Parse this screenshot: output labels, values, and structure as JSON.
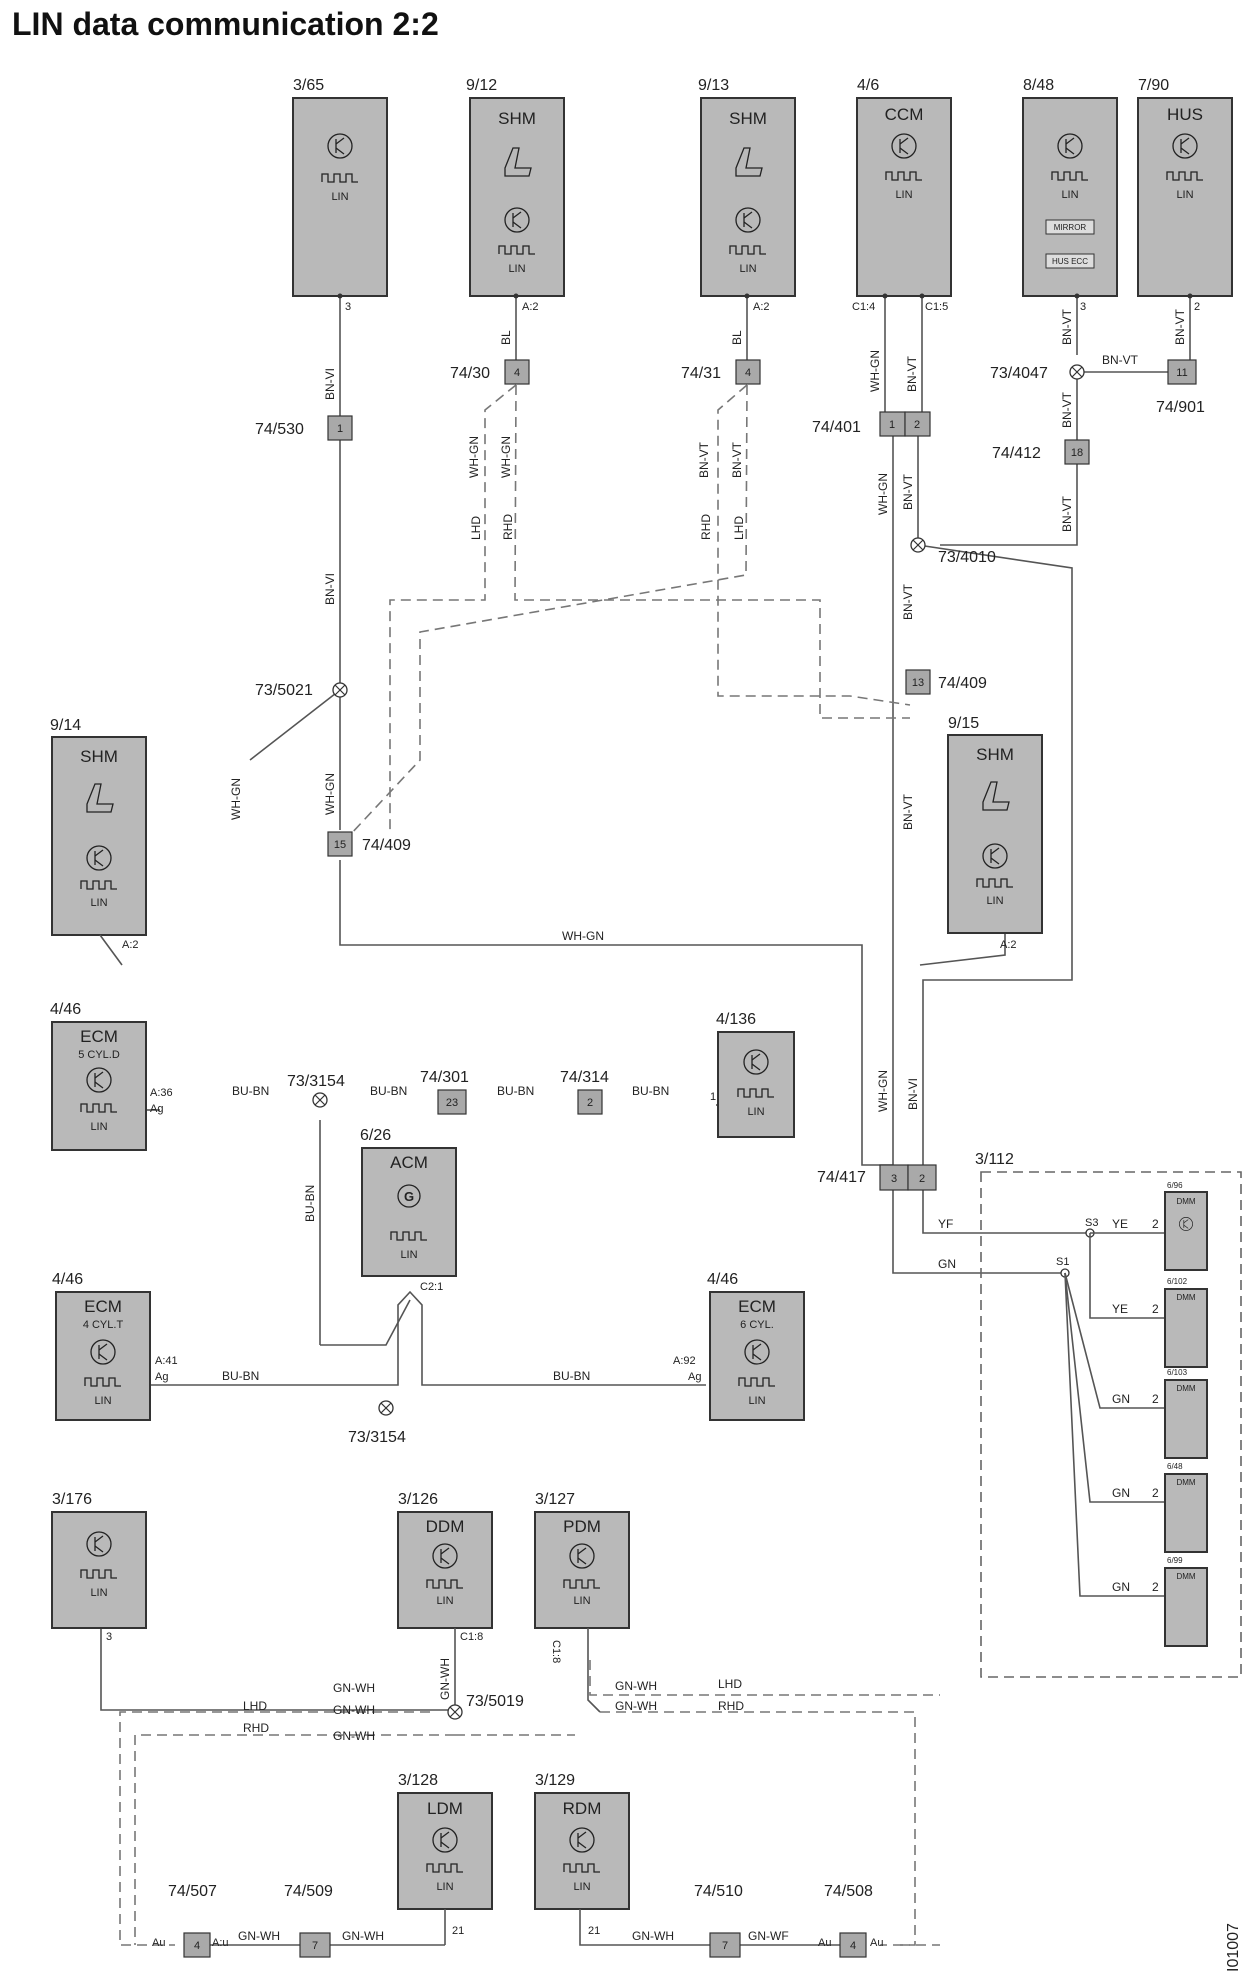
{
  "title": "LIN data communication 2:2",
  "ref_code": "I01007",
  "modules": [
    {
      "id": "3/65",
      "name": "",
      "label": "LIN",
      "pin": "3"
    },
    {
      "id": "9/12",
      "name": "SHM",
      "label": "LIN",
      "pin": "A:2"
    },
    {
      "id": "9/13",
      "name": "SHM",
      "label": "LIN",
      "pin": "A:2"
    },
    {
      "id": "4/6",
      "name": "CCM",
      "label": "LIN",
      "pin": "C1:4",
      "pin2": "C1:5"
    },
    {
      "id": "8/48",
      "name": "",
      "label": "LIN",
      "pin": "3",
      "sub1": "MIRROR",
      "sub2": "HUS ECC"
    },
    {
      "id": "7/90",
      "name": "HUS",
      "label": "LIN",
      "pin": "2"
    },
    {
      "id": "9/14",
      "name": "SHM",
      "label": "LIN",
      "pin": "A:2"
    },
    {
      "id": "9/15",
      "name": "SHM",
      "label": "LIN",
      "pin": "A:2"
    },
    {
      "id": "4/46",
      "name": "ECM",
      "name2": "5 CYL.D",
      "label": "LIN",
      "pin": "A:36",
      "pin2": "Ag"
    },
    {
      "id": "4/136",
      "name": "",
      "label": "LIN",
      "pin": "1"
    },
    {
      "id": "6/26",
      "name": "ACM",
      "label": "LIN",
      "pin": "C2:1"
    },
    {
      "id": "4/46",
      "name": "ECM",
      "name2": "4 CYL.T",
      "label": "LIN",
      "pin": "A:41",
      "pin2": "Ag"
    },
    {
      "id": "4/46",
      "name": "ECM",
      "name2": "6 CYL.",
      "label": "LIN",
      "pin": "A:92",
      "pin2": "Ag"
    },
    {
      "id": "3/176",
      "name": "",
      "label": "LIN",
      "pin": "3"
    },
    {
      "id": "3/126",
      "name": "DDM",
      "label": "LIN",
      "pin": "C1:8"
    },
    {
      "id": "3/127",
      "name": "PDM",
      "label": "LIN",
      "pin": "C1:8"
    },
    {
      "id": "3/128",
      "name": "LDM",
      "label": "LIN",
      "pin": "21"
    },
    {
      "id": "3/129",
      "name": "RDM",
      "label": "LIN",
      "pin": "21"
    }
  ],
  "box_3_112": {
    "id": "3/112",
    "splices": [
      "S3",
      "S1"
    ],
    "items": [
      {
        "ref": "6/96",
        "name": "DMM",
        "wire": "YE",
        "pin": "2"
      },
      {
        "ref": "6/102",
        "name": "DMM",
        "wire": "YE",
        "pin": "2"
      },
      {
        "ref": "6/103",
        "name": "DMM",
        "wire": "GN",
        "pin": "2"
      },
      {
        "ref": "6/48",
        "name": "DMM",
        "wire": "GN",
        "pin": "2"
      },
      {
        "ref": "6/99",
        "name": "DMM",
        "wire": "GN",
        "pin": "2"
      }
    ]
  },
  "connectors": [
    {
      "id": "74/530",
      "pins": [
        "1"
      ]
    },
    {
      "id": "74/30",
      "pins": [
        "4"
      ]
    },
    {
      "id": "74/31",
      "pins": [
        "4"
      ]
    },
    {
      "id": "74/401",
      "pins": [
        "1",
        "2"
      ]
    },
    {
      "id": "74/901",
      "pins": [
        "11"
      ]
    },
    {
      "id": "74/412",
      "pins": [
        "18"
      ]
    },
    {
      "id": "74/409",
      "pins": [
        "13"
      ]
    },
    {
      "id": "74/409",
      "pins": [
        "15"
      ]
    },
    {
      "id": "74/301",
      "pins": [
        "23"
      ]
    },
    {
      "id": "74/314",
      "pins": [
        "2"
      ]
    },
    {
      "id": "74/417",
      "pins": [
        "3",
        "2"
      ]
    },
    {
      "id": "74/507",
      "pins": [
        "4"
      ],
      "side": [
        "Au",
        "A:u"
      ]
    },
    {
      "id": "74/509",
      "pins": [
        "7"
      ]
    },
    {
      "id": "74/510",
      "pins": [
        "7"
      ]
    },
    {
      "id": "74/508",
      "pins": [
        "4"
      ],
      "side": [
        "Au",
        "Au"
      ]
    }
  ],
  "splices": [
    "73/5021",
    "73/4047",
    "73/4010",
    "73/3154",
    "73/3154",
    "73/5019"
  ],
  "wire_labels": {
    "bn_vt": "BN-VT",
    "bn_vt_a": "BN-VI",
    "bl": "BL",
    "wh_gn": "WH-GN",
    "bu_bn": "BU-BN",
    "gn_wh": "GN-WH",
    "gn_wf": "GN-WF",
    "ye": "YE",
    "ye_a": "YF",
    "gn": "GN",
    "lhd": "LHD",
    "rhd": "RHD"
  }
}
